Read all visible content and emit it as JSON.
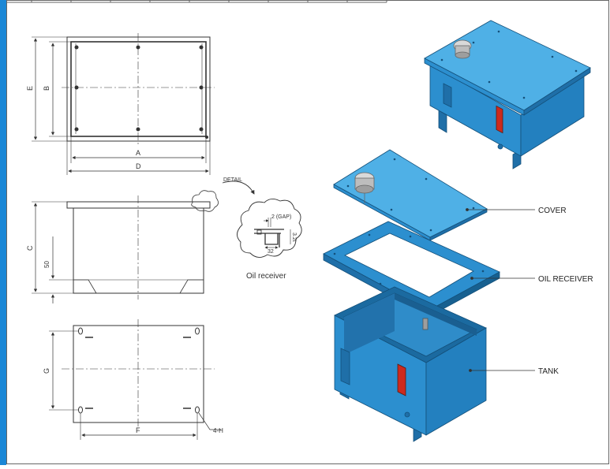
{
  "colors": {
    "accent_bar": "#1a87d6",
    "tank_face": "#2c8fcf",
    "tank_top": "#4fb0e6",
    "tank_dark": "#1f6fa8",
    "tank_side": "#2380bf",
    "gauge_red": "#cc2a1e",
    "line": "#333333"
  },
  "drawing": {
    "dim_labels": {
      "a": "A",
      "b": "B",
      "c": "C",
      "d": "D",
      "e": "E",
      "f": "F",
      "g": "G",
      "h": "4-H",
      "base_height": "50"
    },
    "detail": {
      "tag": "DETAIL",
      "gap": "2 (GAP)",
      "height": "3.2t",
      "width": "32",
      "caption": "Oil receiver"
    }
  },
  "exploded_view": {
    "labels": {
      "cover": "COVER",
      "oil_receiver": "OIL RECEIVER",
      "tank": "TANK"
    }
  }
}
